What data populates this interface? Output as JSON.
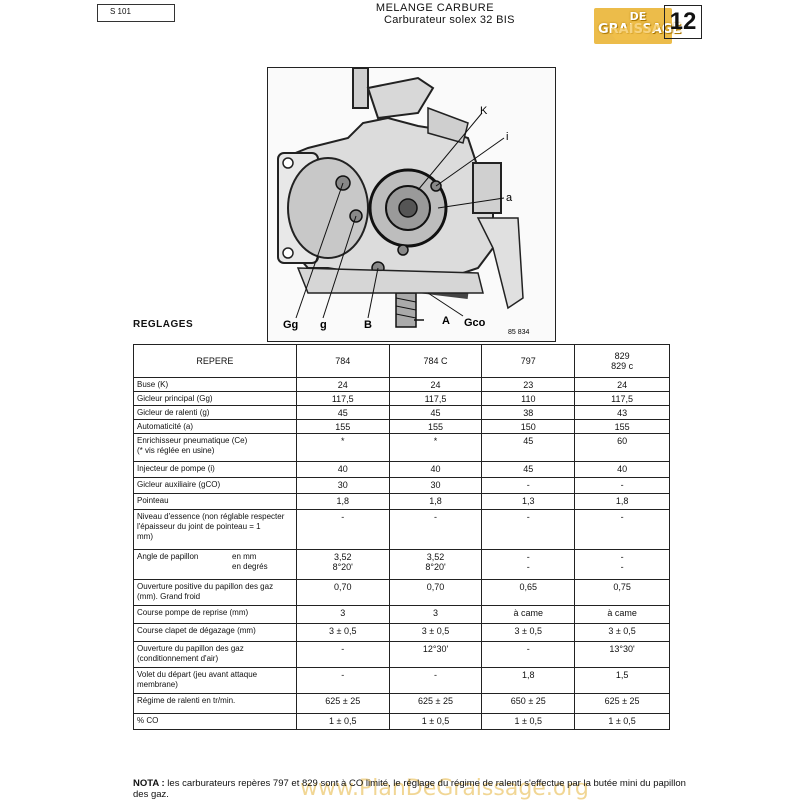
{
  "header": {
    "ref": "S 101",
    "title": "MELANGE CARBURE",
    "subtitle": "Carburateur solex 32 BIS",
    "logo_line1": "DE",
    "logo_line2": "GRAISSAGE",
    "page_number": "12"
  },
  "figure": {
    "labels": {
      "K": "K",
      "i": "i",
      "a": "a",
      "Gg": "Gg",
      "g": "g",
      "B": "B",
      "A": "A",
      "Gco": "Gco",
      "ref_number": "85 834"
    }
  },
  "section_title": "REGLAGES",
  "table": {
    "header": {
      "repere": "REPERE",
      "c1": "784",
      "c2": "784 C",
      "c3": "797",
      "c4a": "829",
      "c4b": "829 c"
    },
    "rows": [
      {
        "label": "Buse (K)",
        "v": [
          "24",
          "24",
          "23",
          "24"
        ]
      },
      {
        "label": "Gicleur principal (Gg)",
        "v": [
          "117,5",
          "117,5",
          "110",
          "117,5"
        ]
      },
      {
        "label": "Gicleur de ralenti (g)",
        "v": [
          "45",
          "45",
          "38",
          "43"
        ]
      },
      {
        "label": "Automaticité (a)",
        "v": [
          "155",
          "155",
          "150",
          "155"
        ]
      },
      {
        "label": "Enrichisseur pneumatique (Ce)",
        "label2": "(* vis réglée en usine)",
        "v": [
          "*",
          "*",
          "45",
          "60"
        ]
      },
      {
        "label": "Injecteur de pompe (i)",
        "v": [
          "40",
          "40",
          "45",
          "40"
        ]
      },
      {
        "label": "Gicleur auxiliaire (gCO)",
        "v": [
          "30",
          "30",
          "-",
          "-"
        ]
      },
      {
        "label": "Pointeau",
        "v": [
          "1,8",
          "1,8",
          "1,3",
          "1,8"
        ]
      },
      {
        "label": "Niveau d'essence (non réglable respecter",
        "label2": "l'épaisseur du joint de pointeau = 1",
        "label3": "mm)",
        "v": [
          "-",
          "-",
          "-",
          "-"
        ]
      },
      {
        "label": "Angle de papillon",
        "sub1": "en mm",
        "sub2": "en degrés",
        "v": [
          "3,52",
          "3,52",
          "-",
          "-"
        ],
        "v2": [
          "8°20'",
          "8°20'",
          "-",
          "-"
        ]
      },
      {
        "label": "Ouverture positive du papillon des gaz",
        "label2": "(mm). Grand froid",
        "v": [
          "0,70",
          "0,70",
          "0,65",
          "0,75"
        ]
      },
      {
        "label": "Course pompe de reprise (mm)",
        "v": [
          "3",
          "3",
          "à came",
          "à came"
        ]
      },
      {
        "label": "Course clapet de dégazage (mm)",
        "v": [
          "3 ± 0,5",
          "3 ± 0,5",
          "3 ± 0,5",
          "3 ± 0,5"
        ]
      },
      {
        "label": "Ouverture du papillon des gaz",
        "label2": "(conditionnement d'air)",
        "v": [
          "-",
          "12°30'",
          "-",
          "13°30'"
        ]
      },
      {
        "label": "Volet du départ (jeu avant attaque",
        "label2": "membrane)",
        "v": [
          "-",
          "-",
          "1,8",
          "1,5"
        ]
      },
      {
        "label": "Régime de ralenti en tr/min.",
        "v": [
          "625 ± 25",
          "625 ± 25",
          "650 ± 25",
          "625 ± 25"
        ]
      },
      {
        "label": "% CO",
        "v": [
          "1 ± 0,5",
          "1 ± 0,5",
          "1 ± 0,5",
          "1 ± 0,5"
        ]
      }
    ]
  },
  "note": {
    "bold": "NOTA :",
    "text": " les carburateurs repères 797 et 829 sont à CO limité, le réglage du régime de ralenti s'effectue par la butée mini du papillon des gaz."
  },
  "watermark": "www.PlanDeGraissage.org"
}
